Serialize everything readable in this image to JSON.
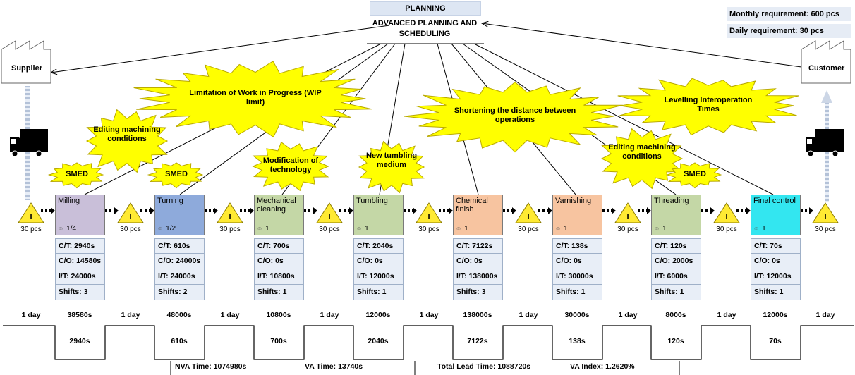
{
  "header": {
    "planning": "PLANNING",
    "aps_line1": "ADVANCED PLANNING AND",
    "aps_line2": "SCHEDULING"
  },
  "requirements": {
    "monthly": "Monthly requirement: 600 pcs",
    "daily": "Daily requirement: 30 pcs"
  },
  "supplier": "Supplier",
  "customer": "Customer",
  "processes": [
    {
      "name": "Milling",
      "operators": "1/4",
      "ct": "C/T: 2940s",
      "co": "C/O: 14580s",
      "it": "I/T: 24000s",
      "shifts": "Shifts: 3",
      "color": "#c9bfd9"
    },
    {
      "name": "Turning",
      "operators": "1/2",
      "ct": "C/T: 610s",
      "co": "C/O: 24000s",
      "it": "I/T: 24000s",
      "shifts": "Shifts: 2",
      "color": "#8eaadb"
    },
    {
      "name": "Mechanical cleaning",
      "operators": "1",
      "ct": "C/T: 700s",
      "co": "C/O: 0s",
      "it": "I/T: 10800s",
      "shifts": "Shifts: 1",
      "color": "#c4d7a6"
    },
    {
      "name": "Tumbling",
      "operators": "1",
      "ct": "C/T: 2040s",
      "co": "C/O: 0s",
      "it": "I/T: 12000s",
      "shifts": "Shifts: 1",
      "color": "#c4d7a6"
    },
    {
      "name": "Chemical finish",
      "operators": "1",
      "ct": "C/T: 7122s",
      "co": "C/O: 0s",
      "it": "I/T: 138000s",
      "shifts": "Shifts: 3",
      "color": "#f7c4a0"
    },
    {
      "name": "Varnishing",
      "operators": "1",
      "ct": "C/T: 138s",
      "co": "C/O: 0s",
      "it": "I/T: 30000s",
      "shifts": "Shifts: 1",
      "color": "#f7c4a0"
    },
    {
      "name": "Threading",
      "operators": "1",
      "ct": "C/T: 120s",
      "co": "C/O: 2000s",
      "it": "I/T: 6000s",
      "shifts": "Shifts: 1",
      "color": "#c4d7a6"
    },
    {
      "name": "Final control",
      "operators": "1",
      "ct": "C/T: 70s",
      "co": "C/O: 0s",
      "it": "I/T: 12000s",
      "shifts": "Shifts: 1",
      "color": "#33e6f0"
    }
  ],
  "inventory": {
    "symbol": "I",
    "qty": "30 pcs"
  },
  "timeline": {
    "waits": [
      "1 day",
      "1 day",
      "1 day",
      "1 day",
      "1 day",
      "1 day",
      "1 day",
      "1 day",
      "1 day"
    ],
    "process_nva": [
      "38580s",
      "48000s",
      "10800s",
      "12000s",
      "138000s",
      "30000s",
      "8000s",
      "12000s"
    ],
    "process_va": [
      "2940s",
      "610s",
      "700s",
      "2040s",
      "7122s",
      "138s",
      "120s",
      "70s"
    ]
  },
  "summary": {
    "nva": "NVA Time: 1074980s",
    "va": "VA Time: 13740s",
    "lead": "Total Lead Time: 1088720s",
    "index": "VA Index: 1.2620%"
  },
  "kaizen": {
    "wip": "Limitation of Work in Progress (WIP limit)",
    "edit1": "Editing machining conditions",
    "smed1": "SMED",
    "smed2": "SMED",
    "modtech": "Modification of technology",
    "tumbling": "New tumbling medium",
    "shorten": "Shortening the distance between operations",
    "levelling": "Levelling Interoperation Times",
    "edit2": "Editing machining conditions",
    "smed3": "SMED"
  },
  "colors": {
    "burst": "#ffff00",
    "burst_stroke": "#b8a800",
    "data_bg": "#e8eef7"
  }
}
